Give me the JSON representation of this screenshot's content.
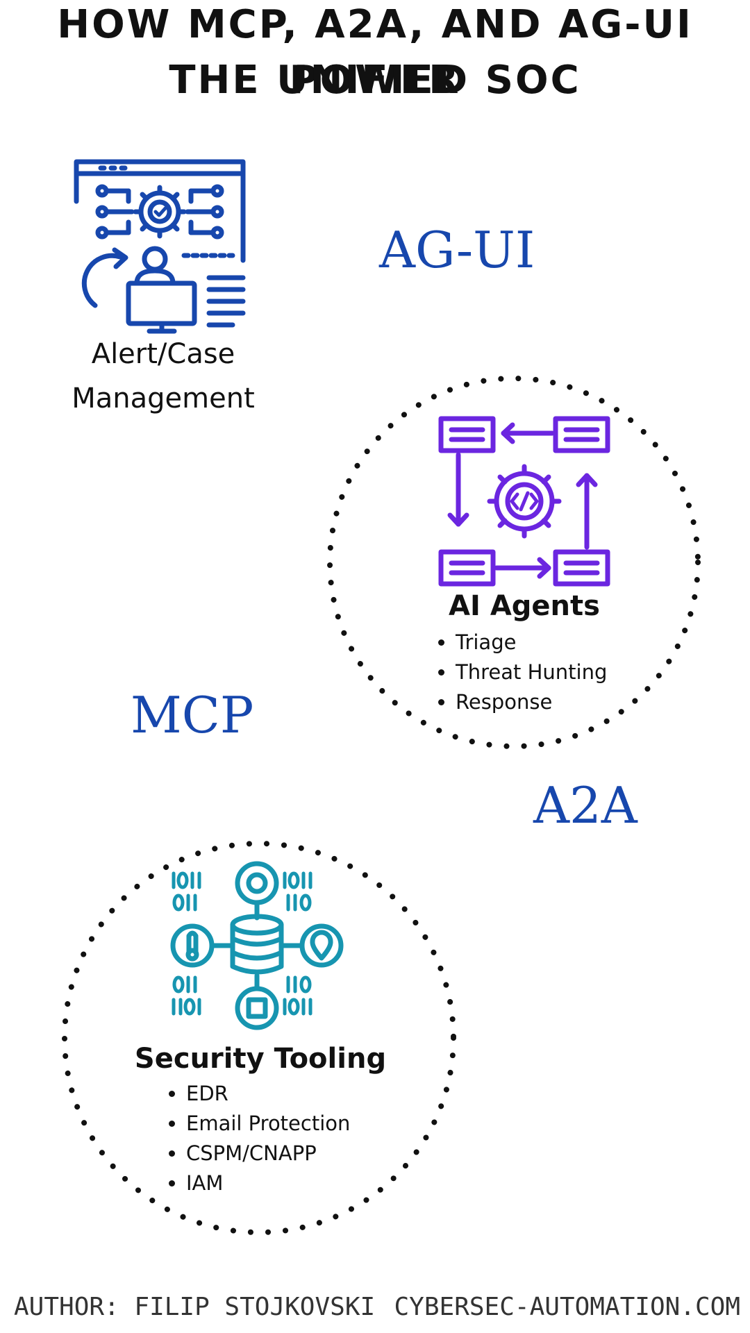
{
  "title": {
    "line1": "HOW MCP, A2A, AND AG-UI POWER",
    "line2": "THE UNIFIED SOC"
  },
  "protocols": {
    "ag_ui": "AG-UI",
    "mcp": "MCP",
    "a2a": "A2A"
  },
  "case_management": {
    "label_line1": "Alert/Case",
    "label_line2": "Management",
    "icon": "alert-case-management-icon",
    "color": "#1747ad"
  },
  "ai_agents": {
    "title": "AI Agents",
    "icon": "ai-agents-workflow-icon",
    "color": "#6b26e0",
    "items": [
      "Triage",
      "Threat Hunting",
      "Response"
    ]
  },
  "security_tooling": {
    "title": "Security Tooling",
    "icon": "security-tooling-database-icon",
    "color": "#1795b0",
    "items": [
      "EDR",
      "Email Protection",
      "CSPM/CNAPP",
      "IAM"
    ]
  },
  "footer": {
    "author": "AUTHOR: FILIP STOJKOVSKI",
    "site": "CYBERSEC-AUTOMATION.COM"
  }
}
